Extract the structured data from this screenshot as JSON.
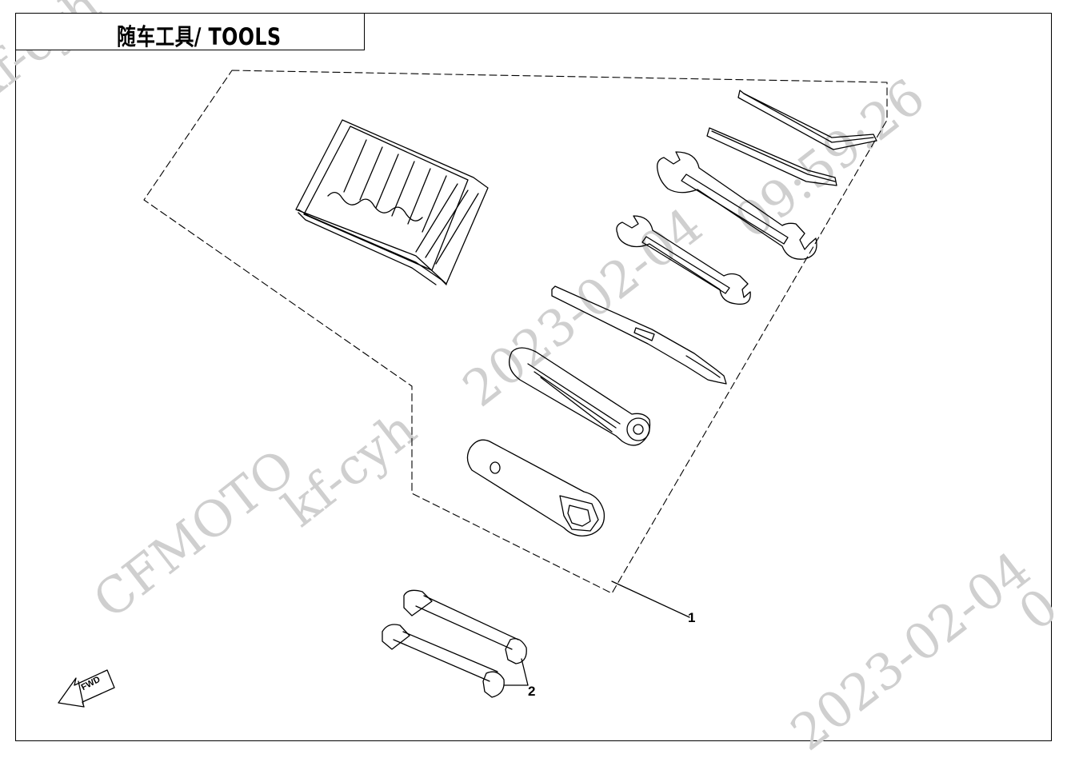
{
  "title": "随车工具/ TOOLS",
  "watermark": {
    "user": "kf-cyh",
    "brand": "CFMOTO",
    "date": "2023-02-04",
    "time": "09:59:26",
    "fragment": "0"
  },
  "callouts": [
    {
      "label": "1"
    },
    {
      "label": "2"
    }
  ],
  "fwd_label": "FWD",
  "colors": {
    "line": "#000000",
    "watermark": "#cfcfcf",
    "background": "#ffffff"
  }
}
